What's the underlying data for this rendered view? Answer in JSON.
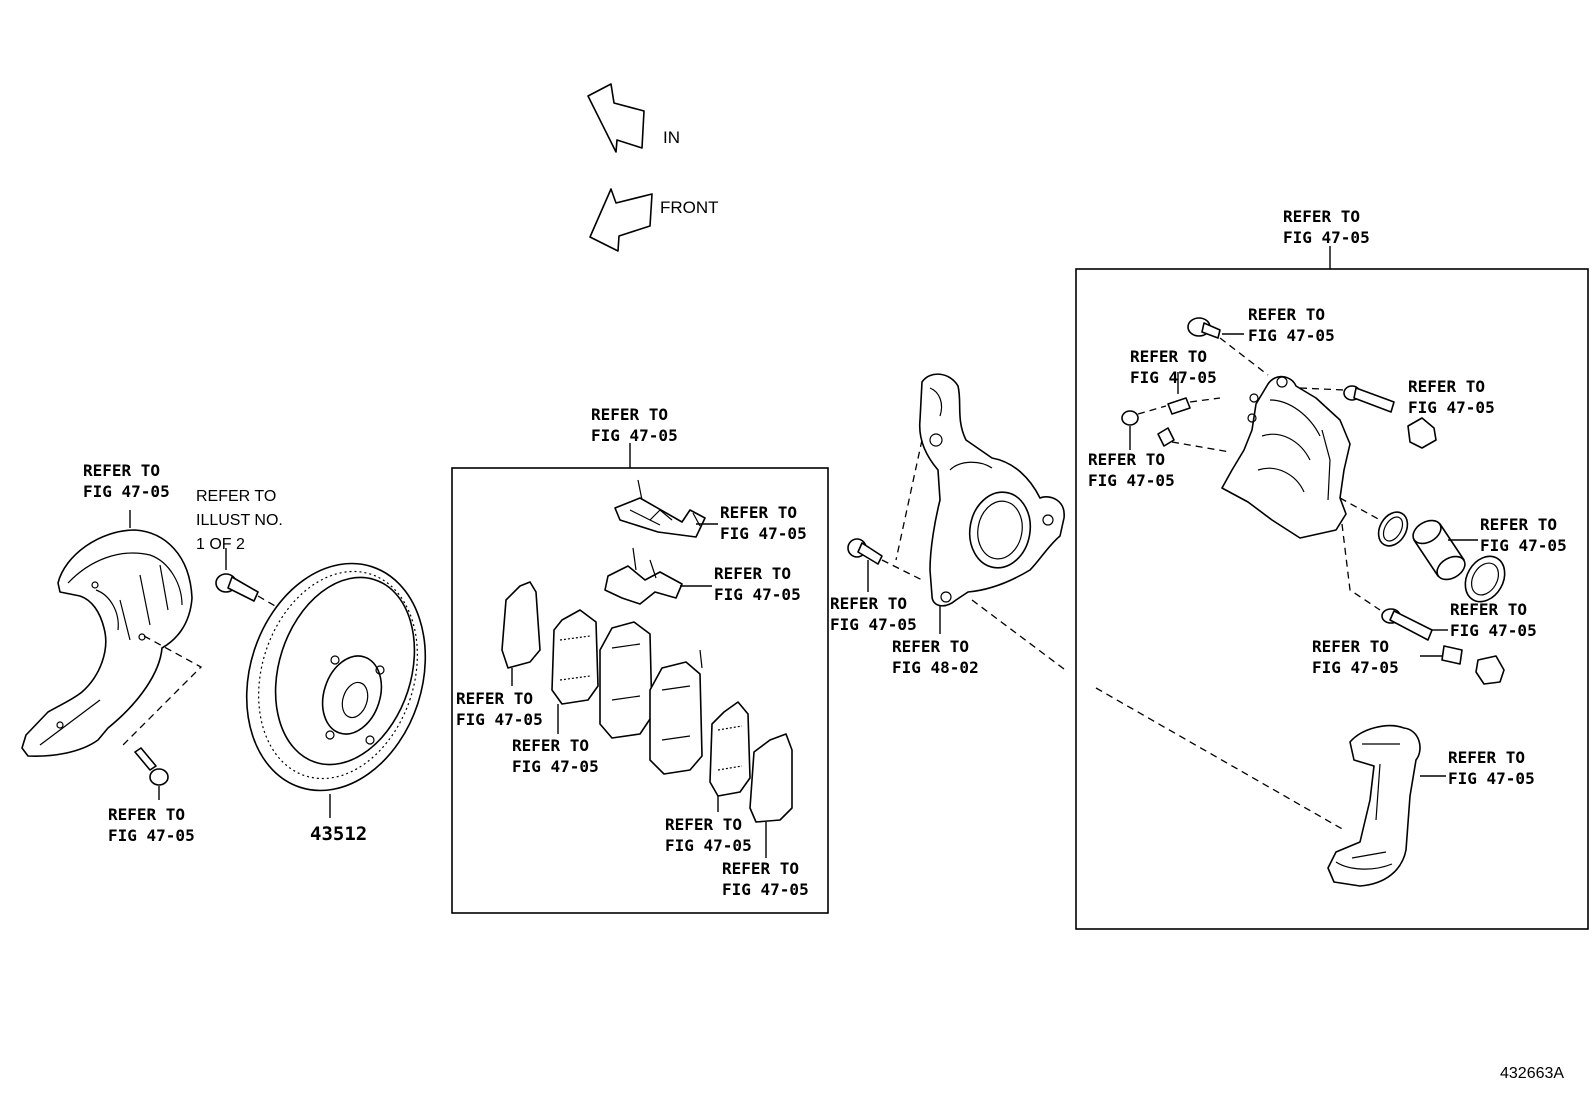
{
  "orientation": {
    "in_label": "IN",
    "front_label": "FRONT"
  },
  "ref_4705": [
    "REFER TO",
    "FIG 47-05"
  ],
  "ref_4802": [
    "REFER TO",
    "FIG 48-02"
  ],
  "ref_illust": [
    "REFER TO",
    "ILLUST NO.",
    "1 OF 2"
  ],
  "part_numbers": {
    "rotor": "43512"
  },
  "illustration_id": "432663A"
}
